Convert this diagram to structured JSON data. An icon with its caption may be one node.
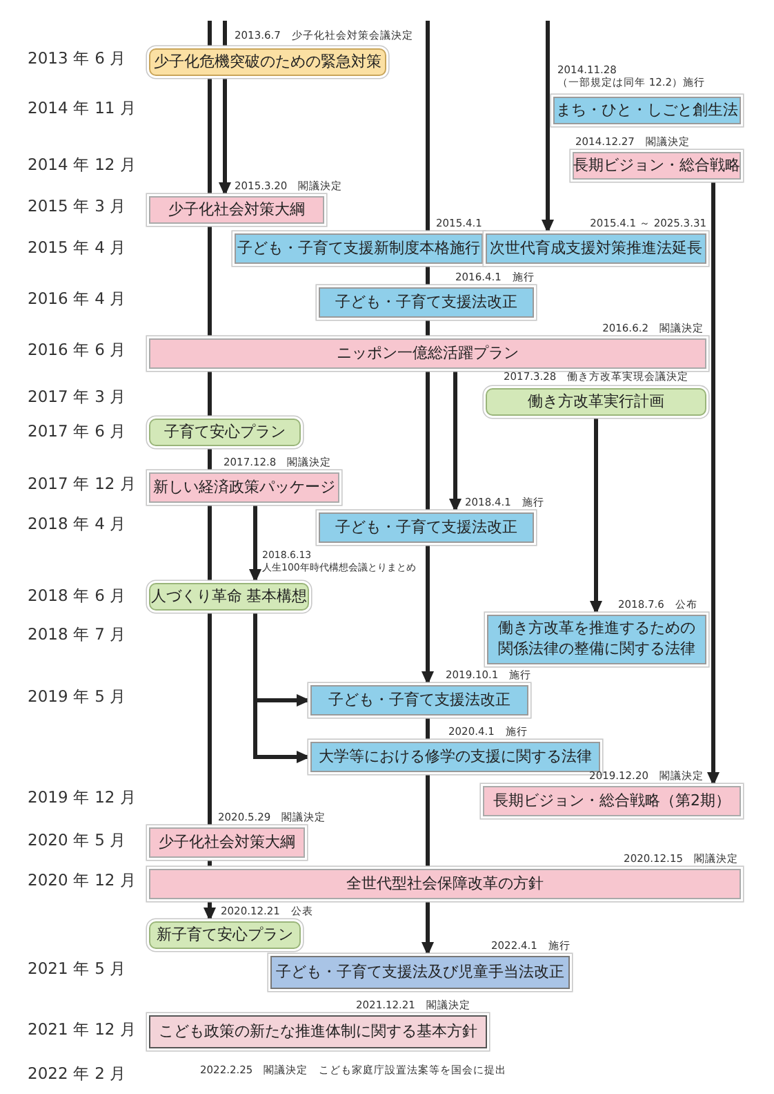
{
  "diagram": {
    "nodes": [
      {
        "text": [
          "少子化危機突破のための緊急対策"
        ],
        "beside": [
          "2013.6.7　少子化社会対策会議決定"
        ]
      },
      {
        "text": [
          "まち・ひと・しごと創生法"
        ],
        "beside": [
          "2014.11.28 （一部規定は同年 12.2）施行"
        ]
      },
      {
        "text": [
          "長期ビジョン・総合戦略"
        ],
        "beside": [
          "2014.12.27　閣議決定"
        ]
      },
      {
        "text": [
          "少子化社会対策大綱"
        ],
        "beside": [
          "2015.3.20　閣議決定"
        ]
      },
      {
        "text": [
          "子ども・子育て支援新制度本格施行"
        ],
        "beside": [
          "2015.4.1"
        ]
      },
      {
        "text": [
          "次世代育成支援対策推進法延長"
        ],
        "beside": [
          "2015.4.1 ～ 2025.3.31"
        ]
      },
      {
        "text": [
          "子ども・子育て支援法改正"
        ],
        "beside": [
          "2016.4.1　施行"
        ]
      },
      {
        "text": [
          "ニッポン一億総活躍プラン"
        ],
        "beside": [
          "2016.6.2　閣議決定"
        ]
      },
      {
        "text": [
          "働き方改革実行計画"
        ],
        "beside": [
          "2017.3.28　働き方改革実現会議決定"
        ]
      },
      {
        "text": [
          "子育て安心プラン"
        ]
      },
      {
        "text": [
          "新しい経済政策パッケージ"
        ],
        "beside": [
          "2017.12.8　閣議決定"
        ]
      },
      {
        "text": [
          "子ども・子育て支援法改正"
        ],
        "beside": [
          "2018.4.1　施行"
        ]
      },
      {
        "text": [
          "人づくり革命 基本構想"
        ]
      },
      {
        "text": [
          "働き方改革を推進するための関係法律の整備に関する法律"
        ],
        "beside": [
          "2018.7.6　公布"
        ]
      },
      {
        "text": [
          "子ども・子育て支援法改正"
        ],
        "beside": [
          "2019.10.1　施行"
        ]
      },
      {
        "text": [
          "大学等における修学の支援に関する法律"
        ],
        "beside": [
          "2020.4.1　施行"
        ]
      },
      {
        "text": [
          "長期ビジョン・総合戦略（第2期）"
        ],
        "beside": [
          "2019.12.20　閣議決定"
        ]
      },
      {
        "text": [
          "少子化社会対策大綱"
        ],
        "beside": [
          "2020.5.29　閣議決定"
        ]
      },
      {
        "text": [
          "全世代型社会保障改革の方針"
        ],
        "beside": [
          "2020.12.15　閣議決定"
        ]
      },
      {
        "text": [
          "新子育て安心プラン"
        ],
        "beside": [
          "2020.12.21　公表"
        ]
      },
      {
        "text": [
          "子ども・子育て支援法及び児童手当法改正"
        ],
        "beside": [
          "2022.4.1　施行"
        ]
      },
      {
        "text": [
          "こども政策の新たな推進体制に関する基本方針"
        ],
        "beside": [
          "2021.12.21　閣議決定"
        ]
      }
    ],
    "edges": [
      {
        "from": null,
        "to": 0,
        "arrow": "none"
      },
      {
        "from": 0,
        "to": 3,
        "arrow": "none"
      },
      {
        "from": 3,
        "to": 7,
        "arrow": "none"
      },
      {
        "from": 7,
        "to": 9,
        "arrow": "none"
      },
      {
        "from": 9,
        "to": 10,
        "arrow": "none"
      },
      {
        "from": 10,
        "to": 12,
        "arrow": "none"
      },
      {
        "from": 12,
        "to": 17,
        "arrow": "none"
      },
      {
        "from": 17,
        "to": 18,
        "arrow": "none"
      },
      {
        "from": 18,
        "to": 19,
        "arrow": "to"
      },
      {
        "from": 0,
        "to": 3,
        "arrow": "to"
      },
      {
        "from": null,
        "to": 4,
        "arrow": "none"
      },
      {
        "from": 4,
        "to": 6,
        "arrow": "none"
      },
      {
        "from": 6,
        "to": 7,
        "arrow": "none"
      },
      {
        "from": 7,
        "to": 11,
        "arrow": "none"
      },
      {
        "from": 11,
        "to": 14,
        "arrow": "to"
      },
      {
        "from": 14,
        "to": 15,
        "arrow": "none"
      },
      {
        "from": 15,
        "to": 18,
        "arrow": "none"
      },
      {
        "from": 18,
        "to": 20,
        "arrow": "to"
      },
      {
        "from": null,
        "to": 5,
        "arrow": "to"
      },
      {
        "from": 2,
        "to": 16,
        "arrow": "to"
      },
      {
        "from": 7,
        "to": 11,
        "arrow": "to"
      },
      {
        "from": 8,
        "to": 13,
        "arrow": "to"
      },
      {
        "from": 10,
        "to": 12,
        "arrow": "to",
        "label": "2018.6.13 人生100年時代構想会議とりまとめ"
      },
      {
        "from": 12,
        "to": 14,
        "arrow": "to"
      },
      {
        "from": 12,
        "to": 15,
        "arrow": "to"
      },
      {
        "from": null,
        "to": 0,
        "arrow": "none"
      }
    ],
    "labels": [
      "2013 年 6 月",
      "2014 年 11 月",
      "2014 年 12 月",
      "2015 年 3 月",
      "2015 年 4 月",
      "2016 年 4 月",
      "2016 年 6 月",
      "2017 年 3 月",
      "2017 年 6 月",
      "2017 年 12 月",
      "2018 年 4 月",
      "2018 年 6 月",
      "2018 年 7 月",
      "2019 年 5 月",
      "2019 年 12 月",
      "2020 年 5 月",
      "2020 年 12 月",
      "2021 年 5 月",
      "2021 年 12 月",
      "2022 年 2 月",
      "2022.2.25　閣議決定　こども家庭庁設置法案等を国会に提出"
    ]
  }
}
